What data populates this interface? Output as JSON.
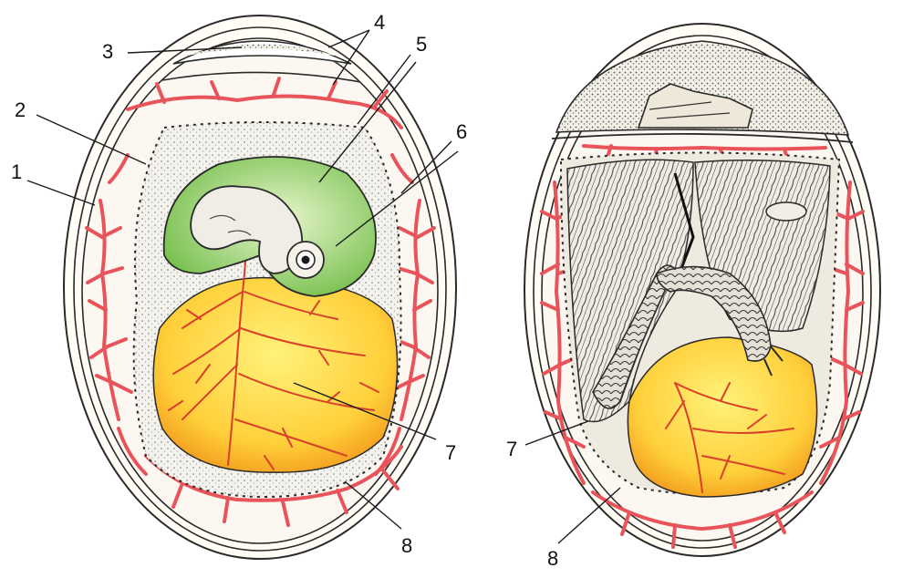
{
  "callouts": {
    "n1": "1",
    "n2": "2",
    "n3": "3",
    "n4": "4",
    "n5": "5",
    "n6": "6",
    "n7_left": "7",
    "n7_right": "7",
    "n8_left": "8",
    "n8_right": "8"
  },
  "colors": {
    "vessel": "#e8545a",
    "shell_line": "#2a2a2a",
    "amnion": "#8cc96a",
    "yolk_outer": "#f5a623",
    "yolk_inner": "#ffe36a",
    "albumen_dots": "#555555"
  }
}
